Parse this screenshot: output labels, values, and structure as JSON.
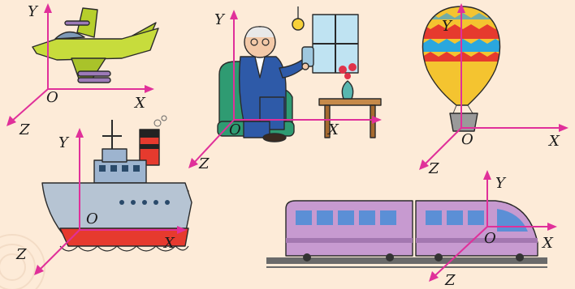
{
  "background_color": "#fdebd8",
  "axis_color": "#e0309a",
  "scenes": [
    {
      "object": "fighter-jet",
      "labels": {
        "y": "Y",
        "o": "O",
        "x": "X",
        "z": "Z"
      }
    },
    {
      "object": "man-in-armchair",
      "labels": {
        "y": "Y",
        "o": "O",
        "x": "X",
        "z": "Z"
      }
    },
    {
      "object": "hot-air-balloon",
      "labels": {
        "y": "Y",
        "o": "O",
        "x": "X",
        "z": "Z"
      }
    },
    {
      "object": "ship",
      "labels": {
        "y": "Y",
        "o": "O",
        "x": "X",
        "z": "Z"
      }
    },
    {
      "object": "train",
      "labels": {
        "y": "Y",
        "o": "O",
        "x": "X",
        "z": "Z"
      }
    }
  ]
}
